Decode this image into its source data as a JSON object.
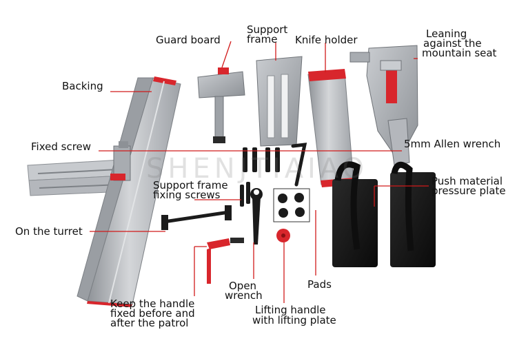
{
  "labels": {
    "guard_board": "Guard board",
    "support_frame_line1": "Support",
    "support_frame_line2": "frame",
    "knife_holder": "Knife holder",
    "leaning_line1": "Leaning",
    "leaning_line2": "against the",
    "leaning_line3": "mountain seat",
    "backing": "Backing",
    "fixed_screw": "Fixed screw",
    "allen_wrench": "5mm Allen wrench",
    "support_frame_fixing_line1": "Support frame",
    "support_frame_fixing_line2": "fixing screws",
    "push_plate_line1": "Push material",
    "push_plate_line2": "pressure plate",
    "on_turret": "On the turret",
    "open_wrench_line1": "Open",
    "open_wrench_line2": "wrench",
    "pads": "Pads",
    "keep_handle_line1": "Keep the handle",
    "keep_handle_line2": "fixed before and",
    "keep_handle_line3": "after the patrol",
    "lifting_line1": "Lifting handle",
    "lifting_line2": "with lifting plate"
  },
  "watermark": "SHENJTIAIAO",
  "colors": {
    "leader_line": "#d11a1a",
    "accent_red": "#d8262c",
    "aluminum": "#b9bcc1",
    "black_part": "#161616"
  }
}
